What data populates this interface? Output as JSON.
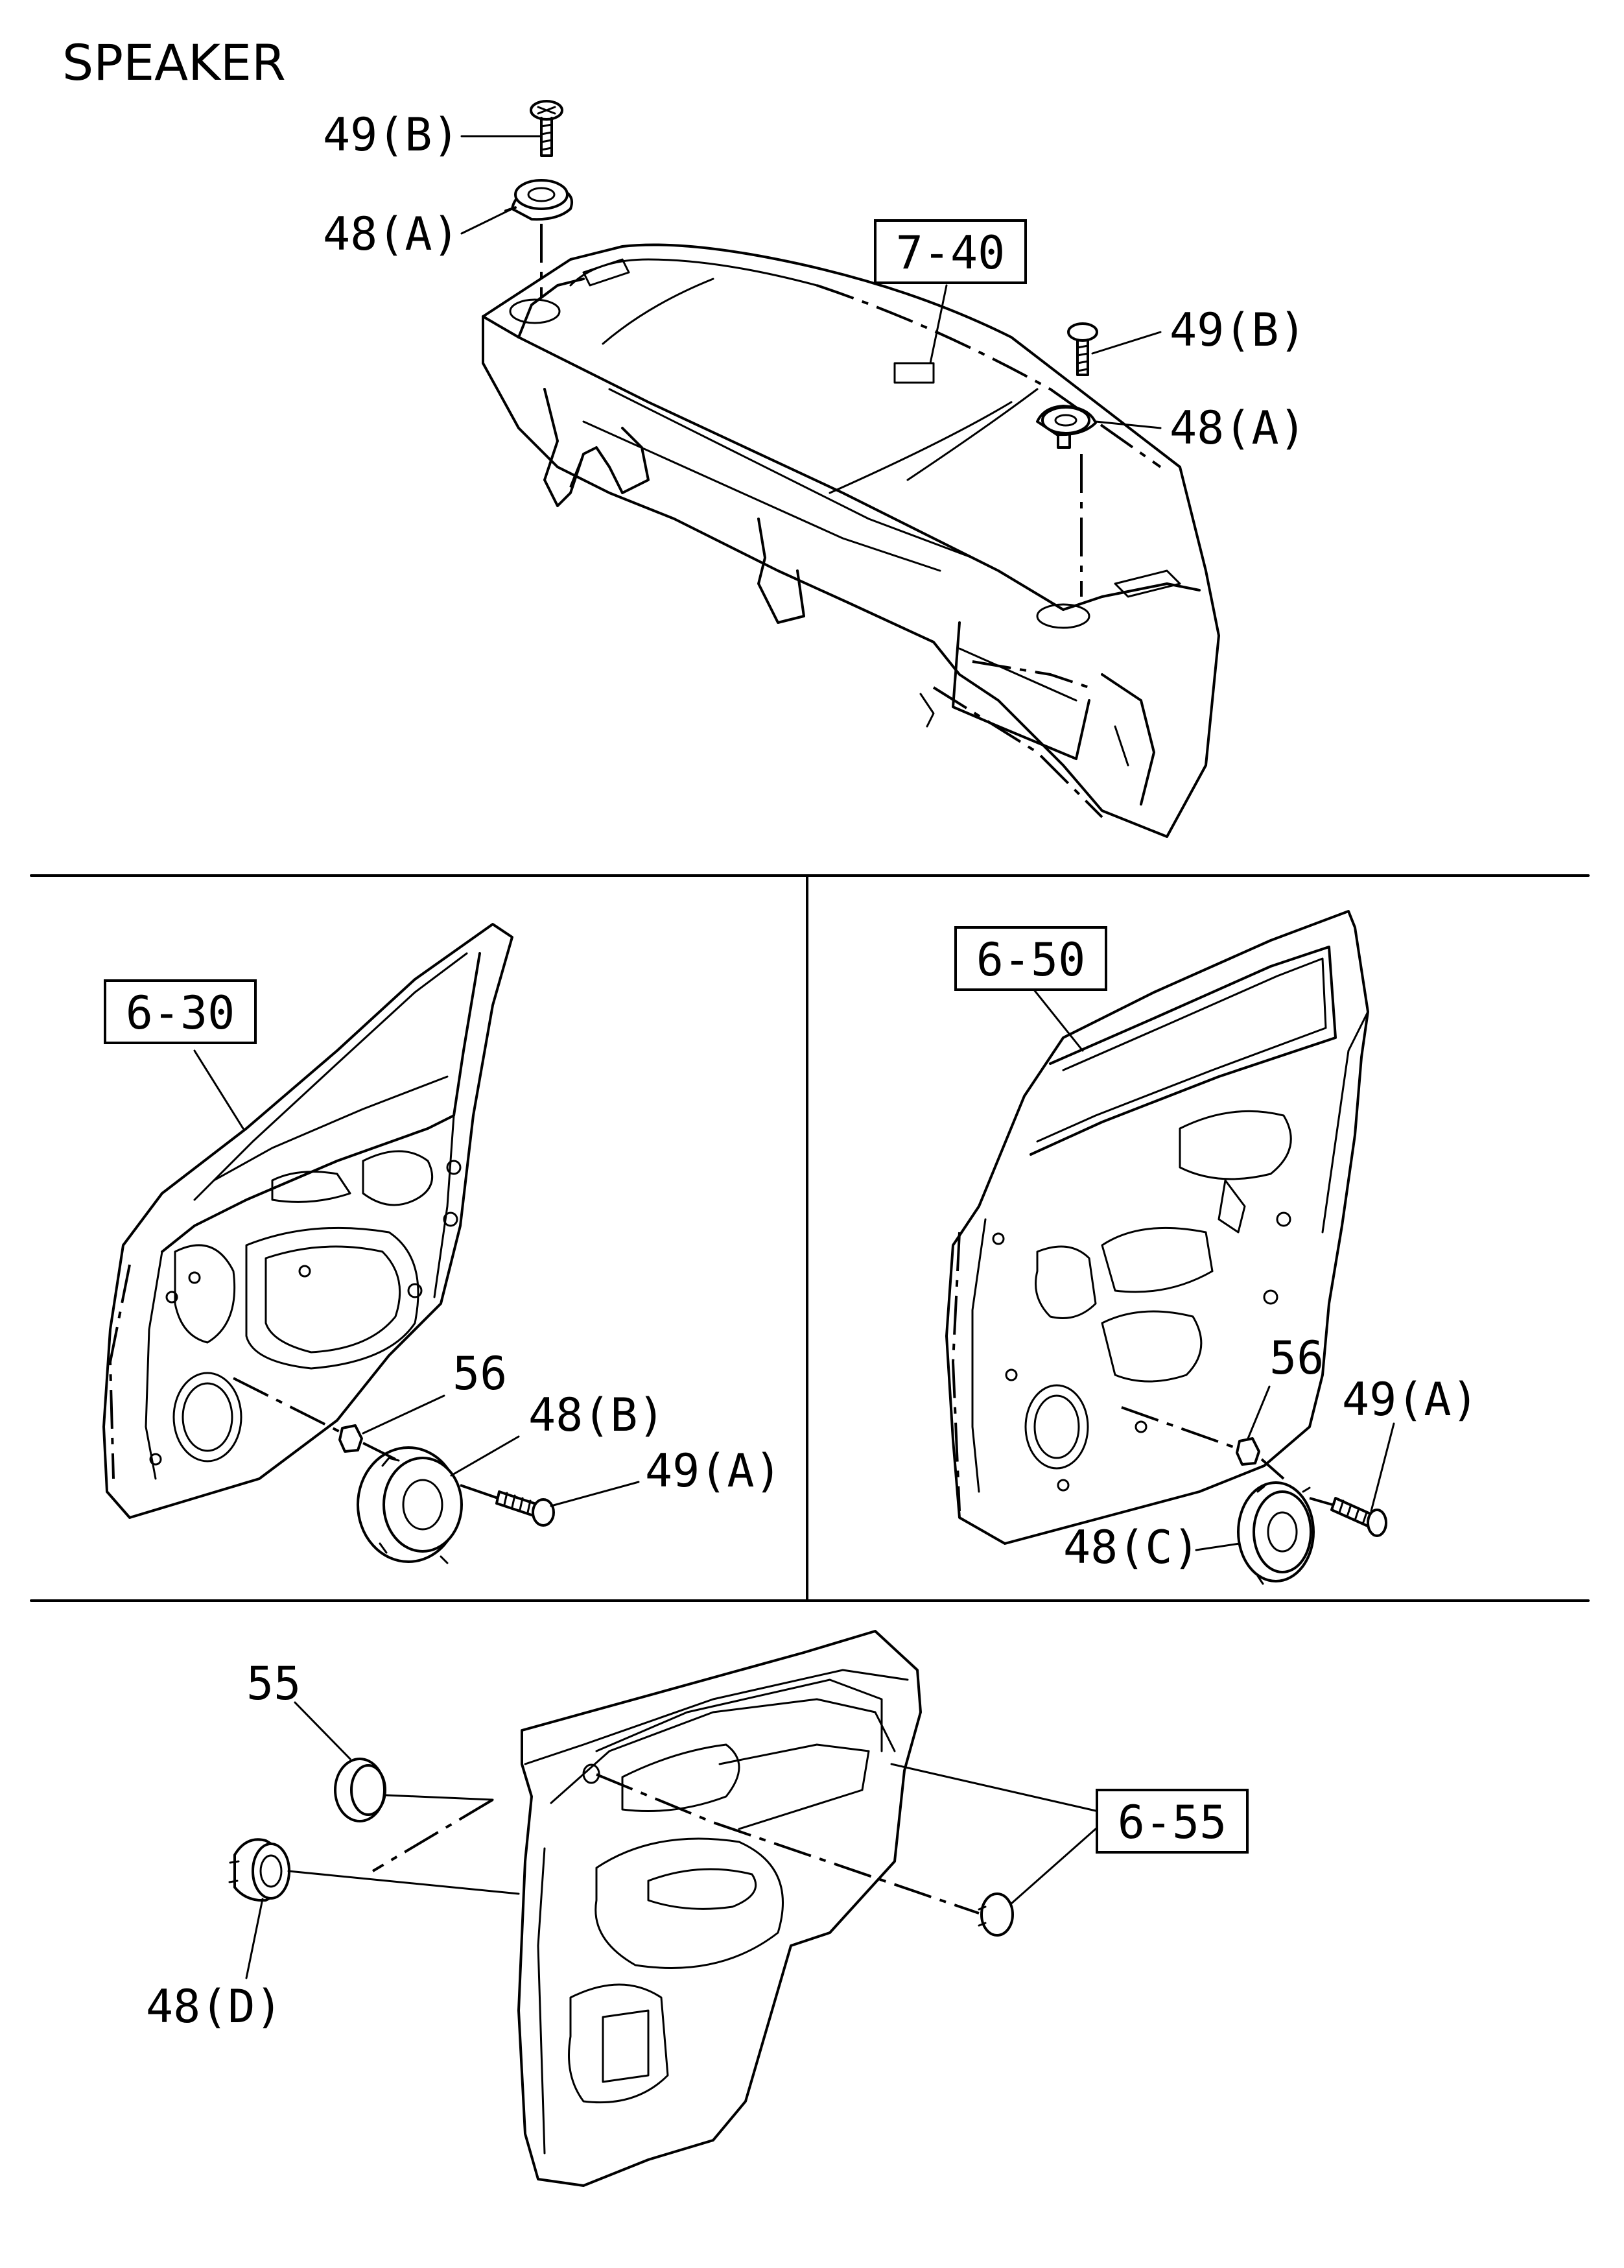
{
  "title": "SPEAKER",
  "sections": {
    "top": {
      "ref": "7-40",
      "labels": [
        "49(B)",
        "48(A)",
        "49(B)",
        "48(A)"
      ]
    },
    "middle_left": {
      "ref": "6-30",
      "labels": [
        "56",
        "48(B)",
        "49(A)"
      ]
    },
    "middle_right": {
      "ref": "6-50",
      "labels": [
        "56",
        "49(A)",
        "48(C)"
      ]
    },
    "bottom": {
      "ref": "6-55",
      "labels": [
        "55",
        "48(D)"
      ]
    }
  }
}
